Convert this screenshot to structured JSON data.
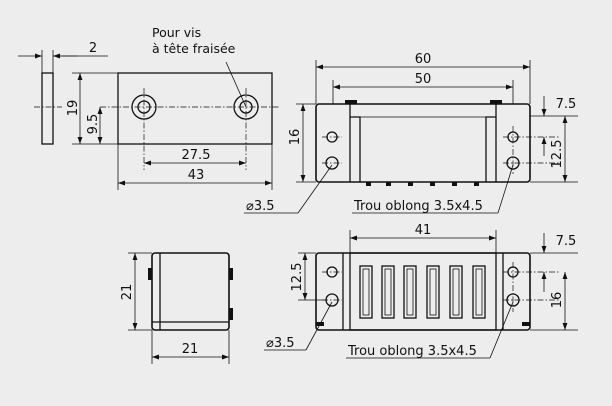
{
  "labels": {
    "note_countersunk_line1": "Pour vis",
    "note_countersunk_line2": "à tête fraisée",
    "dim_thickness": "2",
    "dim_height": "19",
    "dim_hole_height": "9.5",
    "dim_hole_spacing": "27.5",
    "dim_base_length": "43",
    "dim_overall_length": "60",
    "dim_inner_length": "50",
    "dim_front_depth": "16",
    "dim_edge_offset": "7.5",
    "dim_slot_spacing": "12.5",
    "dim_hole_diameter": "⌀3.5",
    "dim_slot_note": "Trou oblong 3.5x4.5",
    "dim_side_height": "21",
    "dim_side_width": "21",
    "dim_top_length": "41",
    "dim_top_edge_offset": "7.5",
    "dim_top_slot_spacing": "12.5",
    "dim_top_depth": "16",
    "dim_top_hole_diameter": "⌀3.5",
    "dim_top_slot_note": "Trou oblong 3.5x4.5"
  }
}
